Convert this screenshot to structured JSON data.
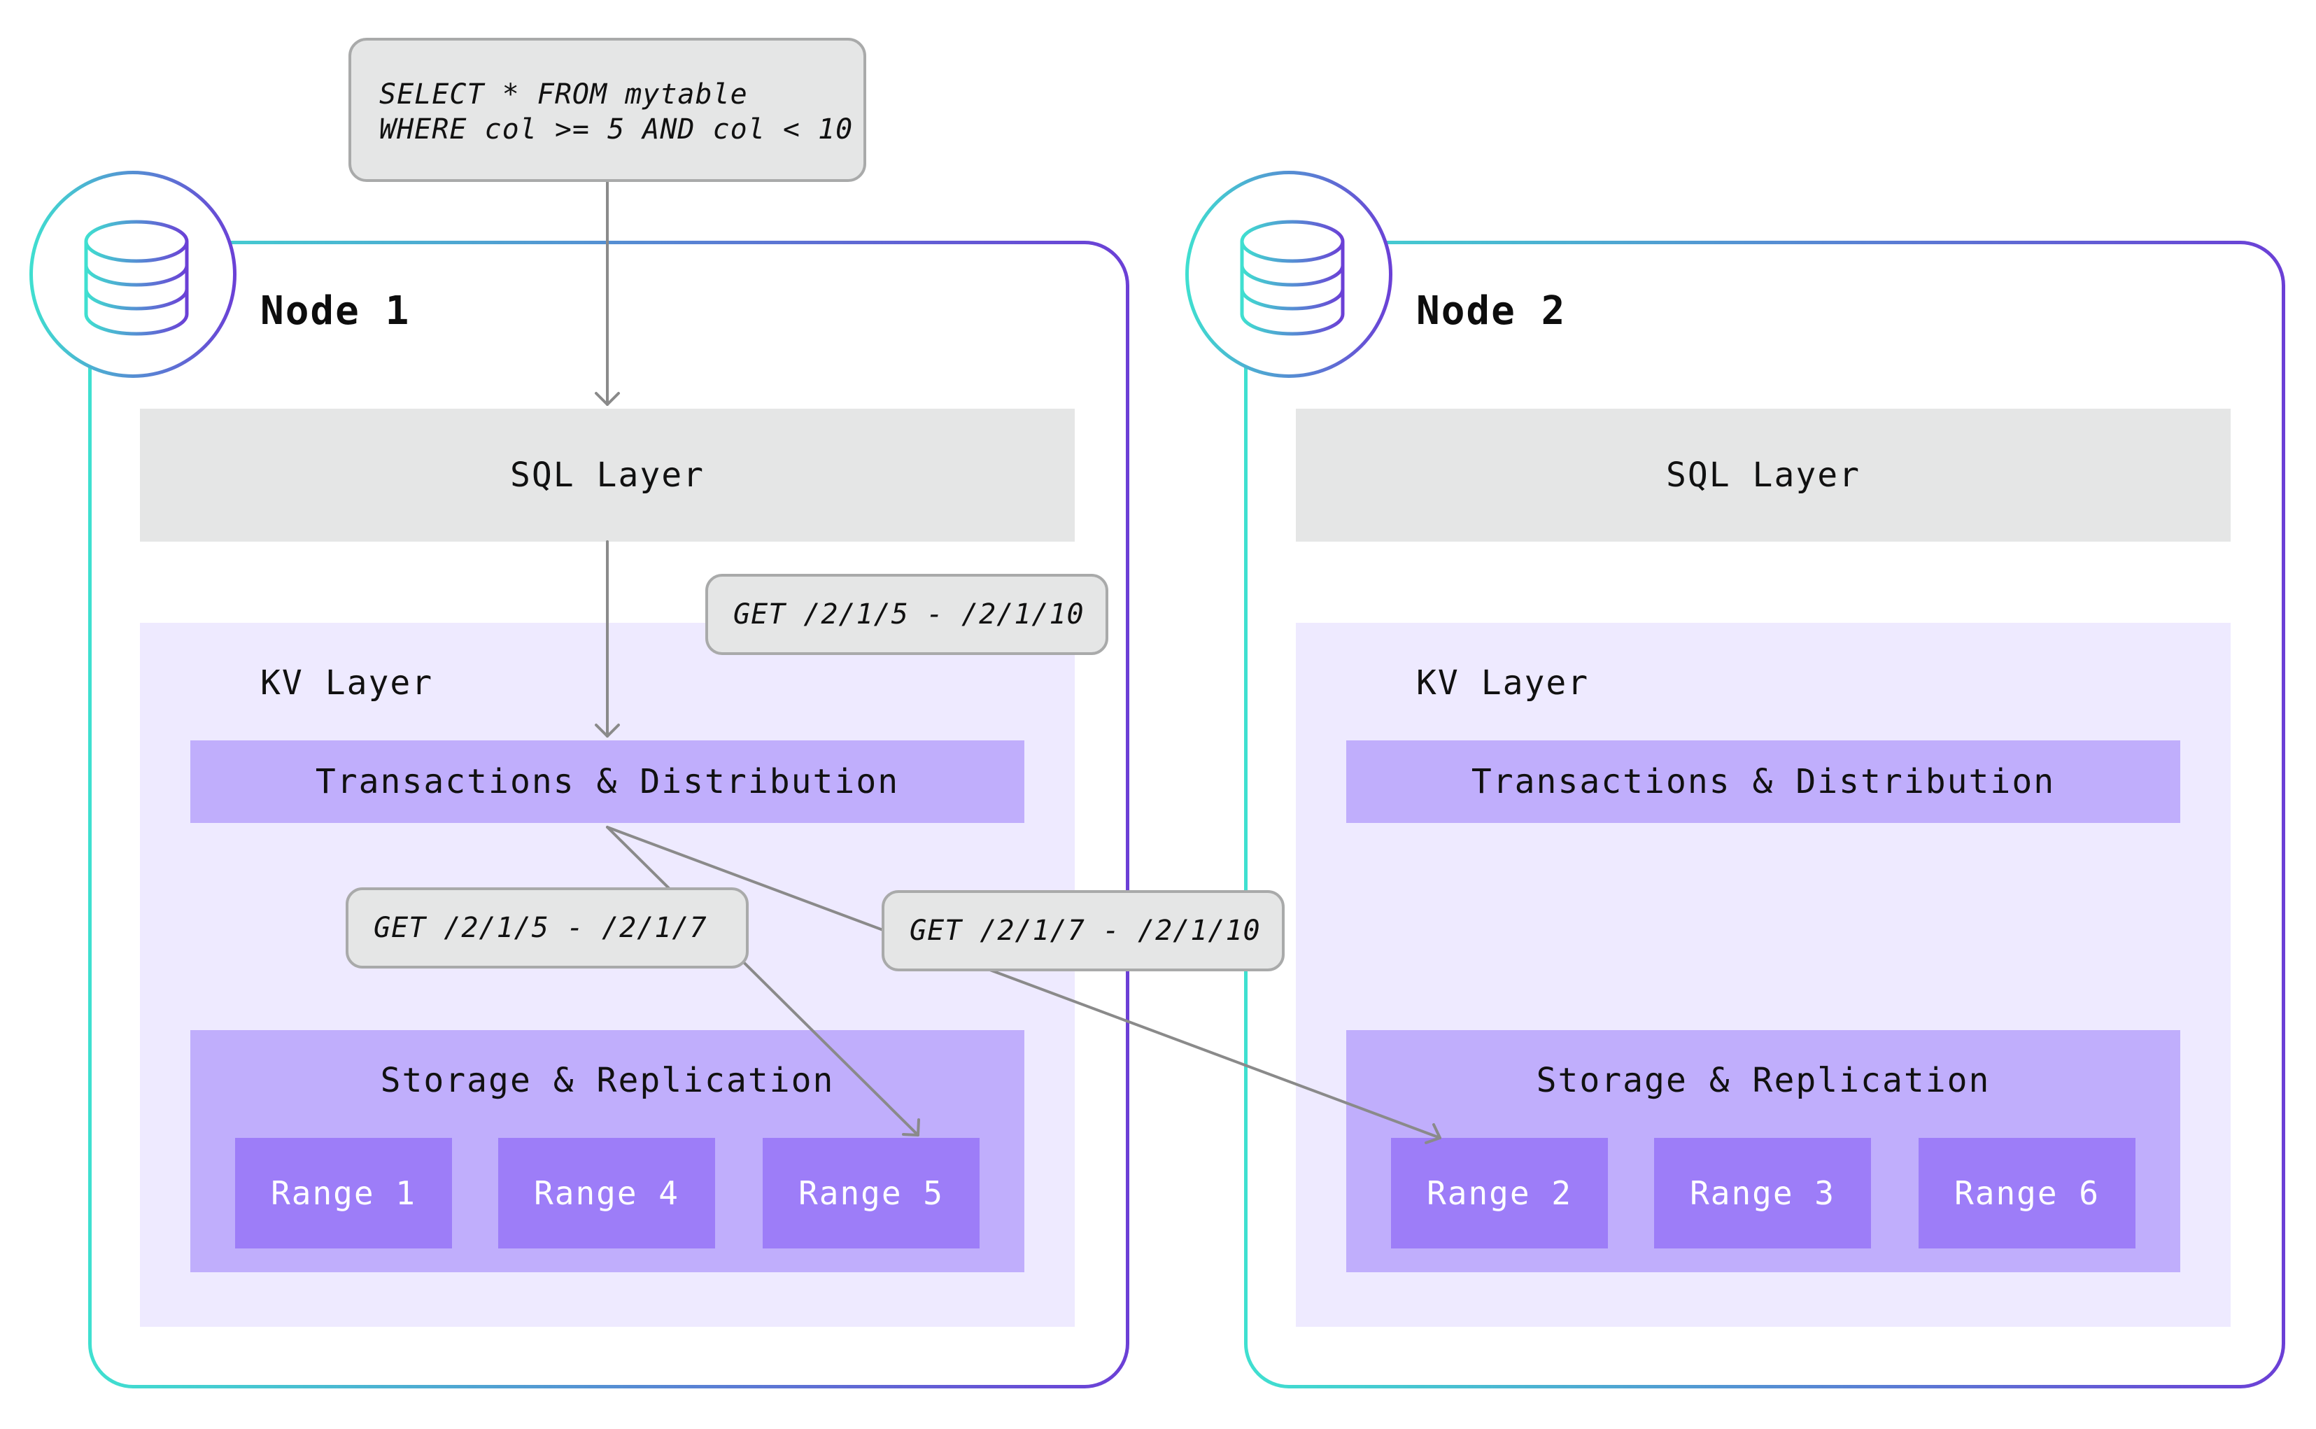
{
  "query": {
    "line1": "SELECT * FROM mytable",
    "line2": "WHERE col >= 5 AND col < 10"
  },
  "nodes": [
    {
      "title": "Node 1",
      "sql_layer": "SQL Layer",
      "kv_layer": "KV Layer",
      "transactions": "Transactions & Distribution",
      "storage": "Storage & Replication",
      "ranges": [
        "Range 1",
        "Range 4",
        "Range 5"
      ]
    },
    {
      "title": "Node 2",
      "sql_layer": "SQL Layer",
      "kv_layer": "KV Layer",
      "transactions": "Transactions & Distribution",
      "storage": "Storage & Replication",
      "ranges": [
        "Range 2",
        "Range 3",
        "Range 6"
      ]
    }
  ],
  "callouts": {
    "get_full": "GET /2/1/5 - /2/1/10",
    "get_local": "GET /2/1/5 - /2/1/7",
    "get_remote": "GET /2/1/7 - /2/1/10"
  },
  "colors": {
    "frame_gradient_start": "#3fe0d0",
    "frame_gradient_end": "#6b3fd6",
    "sql_layer": "#e5e6e6",
    "kv_layer": "#eeeaff",
    "transactions": "#c0aefc",
    "storage": "#c0aefc",
    "range": "#9d7df8",
    "arrow": "#8a8a8a"
  },
  "icons": {
    "node": "database-icon"
  }
}
